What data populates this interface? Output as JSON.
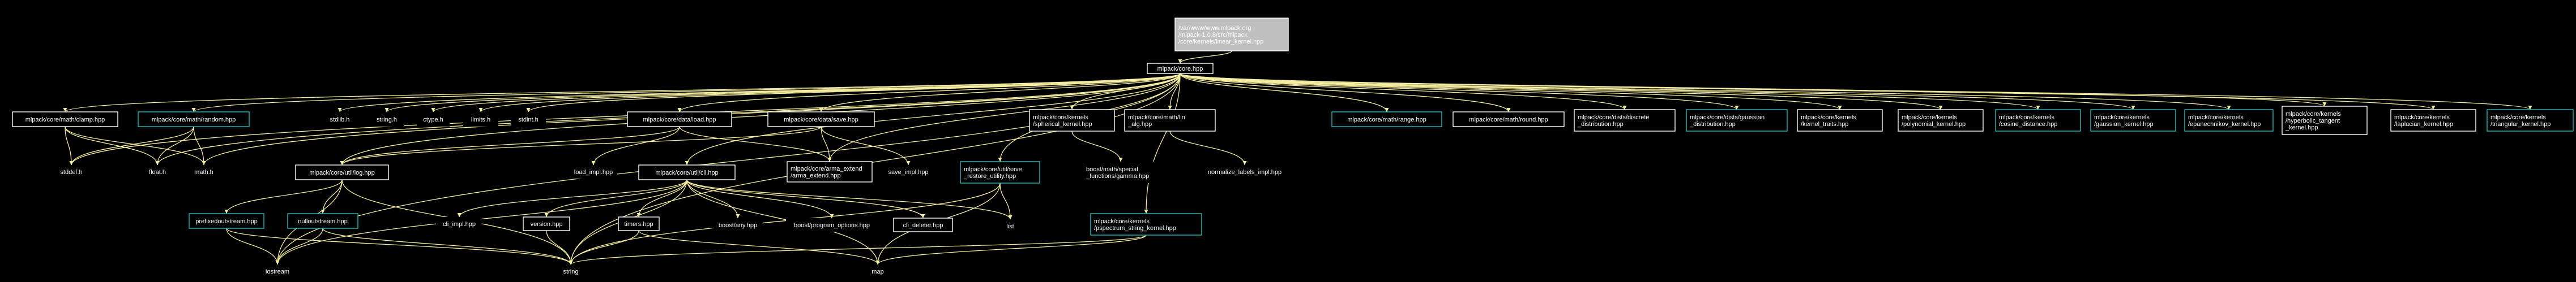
{
  "diagram": {
    "type": "include-dependency-graph",
    "colors": {
      "background": "#000000",
      "node_border_default": "#ffffff",
      "node_border_linked": "#1ec0c0",
      "root_fill": "#bfbfbf",
      "root_text": "#000000",
      "edge": "#f5eda0",
      "text": "#ffffff"
    },
    "nodes": [
      {
        "id": "root",
        "lines": [
          "/var/www/www.mlpack.org",
          "/mlpack-1.0.8/src/mlpack",
          "/core/kernels/linear_kernel.hpp"
        ],
        "style": "root"
      },
      {
        "id": "core",
        "lines": [
          "mlpack/core.hpp"
        ],
        "style": "default"
      },
      {
        "id": "clamp",
        "lines": [
          "mlpack/core/math/clamp.hpp"
        ],
        "style": "default"
      },
      {
        "id": "random",
        "lines": [
          "mlpack/core/math/random.hpp"
        ],
        "style": "linked"
      },
      {
        "id": "stdlib",
        "lines": [
          "stdlib.h"
        ],
        "style": "plain"
      },
      {
        "id": "string_h",
        "lines": [
          "string.h"
        ],
        "style": "plain"
      },
      {
        "id": "ctype",
        "lines": [
          "ctype.h"
        ],
        "style": "plain"
      },
      {
        "id": "limits",
        "lines": [
          "limits.h"
        ],
        "style": "plain"
      },
      {
        "id": "stdint",
        "lines": [
          "stdint.h"
        ],
        "style": "plain"
      },
      {
        "id": "load",
        "lines": [
          "mlpack/core/data/load.hpp"
        ],
        "style": "default"
      },
      {
        "id": "save",
        "lines": [
          "mlpack/core/data/save.hpp"
        ],
        "style": "default"
      },
      {
        "id": "spherical",
        "lines": [
          "mlpack/core/kernels",
          "/spherical_kernel.hpp"
        ],
        "style": "default"
      },
      {
        "id": "normalize",
        "lines": [
          "mlpack/core/math/lin",
          "_alg.hpp"
        ],
        "style": "default",
        "_note": "placeholder"
      },
      {
        "id": "range",
        "lines": [
          "mlpack/core/math/range.hpp"
        ],
        "style": "linked"
      },
      {
        "id": "round",
        "lines": [
          "mlpack/core/math/round.hpp"
        ],
        "style": "default"
      },
      {
        "id": "discrete",
        "lines": [
          "mlpack/core/dists/discrete",
          "_distribution.hpp"
        ],
        "style": "default"
      },
      {
        "id": "gaussian_dist",
        "lines": [
          "mlpack/core/dists/gaussian",
          "_distribution.hpp"
        ],
        "style": "linked"
      },
      {
        "id": "kernel_traits",
        "lines": [
          "mlpack/core/kernels",
          "/kernel_traits.hpp"
        ],
        "style": "default"
      },
      {
        "id": "polynomial",
        "lines": [
          "mlpack/core/kernels",
          "/polynomial_kernel.hpp"
        ],
        "style": "default"
      },
      {
        "id": "cosine",
        "lines": [
          "mlpack/core/kernels",
          "/cosine_distance.hpp"
        ],
        "style": "linked"
      },
      {
        "id": "gaussian_kernel",
        "lines": [
          "mlpack/core/kernels",
          "/gaussian_kernel.hpp"
        ],
        "style": "linked"
      },
      {
        "id": "epanechnikov",
        "lines": [
          "mlpack/core/kernels",
          "/epanechnikov_kernel.hpp"
        ],
        "style": "linked"
      },
      {
        "id": "hyperbolic",
        "lines": [
          "mlpack/core/kernels",
          "/hyperbolic_tangent",
          "_kernel.hpp"
        ],
        "style": "default"
      },
      {
        "id": "laplacian",
        "lines": [
          "mlpack/core/kernels",
          "/laplacian_kernel.hpp"
        ],
        "style": "default"
      },
      {
        "id": "triangular",
        "lines": [
          "mlpack/core/kernels",
          "/triangular_kernel.hpp"
        ],
        "style": "linked"
      },
      {
        "id": "stddef",
        "lines": [
          "stddef.h"
        ],
        "style": "plain"
      },
      {
        "id": "float_h",
        "lines": [
          "float.h"
        ],
        "style": "plain"
      },
      {
        "id": "math_h",
        "lines": [
          "math.h"
        ],
        "style": "plain"
      },
      {
        "id": "load_impl",
        "lines": [
          "load_impl.hpp"
        ],
        "style": "plain"
      },
      {
        "id": "arma_extend",
        "lines": [
          "mlpack/core/arma_extend",
          "/arma_extend.hpp"
        ],
        "style": "default"
      },
      {
        "id": "save_impl",
        "lines": [
          "save_impl.hpp"
        ],
        "style": "plain"
      },
      {
        "id": "save_restore",
        "lines": [
          "mlpack/core/util/save",
          "_restore_utility.hpp"
        ],
        "style": "linked"
      },
      {
        "id": "gamma",
        "lines": [
          "boost/math/special",
          "_functions/gamma.hpp"
        ],
        "style": "plain"
      },
      {
        "id": "normalize_impl",
        "lines": [
          "normalize_labels_impl.hpp"
        ],
        "style": "plain"
      },
      {
        "id": "log",
        "lines": [
          "mlpack/core/util/log.hpp"
        ],
        "style": "default"
      },
      {
        "id": "cli",
        "lines": [
          "mlpack/core/util/cli.hpp"
        ],
        "style": "default"
      },
      {
        "id": "prefixed",
        "lines": [
          "prefixedoutstream.hpp"
        ],
        "style": "linked"
      },
      {
        "id": "nullout",
        "lines": [
          "nulloutstream.hpp"
        ],
        "style": "linked"
      },
      {
        "id": "cli_impl",
        "lines": [
          "cli_impl.hpp"
        ],
        "style": "plain"
      },
      {
        "id": "version",
        "lines": [
          "version.hpp"
        ],
        "style": "default"
      },
      {
        "id": "timers",
        "lines": [
          "timers.hpp"
        ],
        "style": "default"
      },
      {
        "id": "boost_any",
        "lines": [
          "boost/any.hpp"
        ],
        "style": "plain"
      },
      {
        "id": "boost_po",
        "lines": [
          "boost/program_options.hpp"
        ],
        "style": "plain"
      },
      {
        "id": "cli_deleter",
        "lines": [
          "cli_deleter.hpp"
        ],
        "style": "default"
      },
      {
        "id": "list",
        "lines": [
          "list"
        ],
        "style": "plain"
      },
      {
        "id": "pspectrum",
        "lines": [
          "mlpack/core/kernels",
          "/pspectrum_string_kernel.hpp"
        ],
        "style": "linked"
      },
      {
        "id": "iostream",
        "lines": [
          "iostream"
        ],
        "style": "plain"
      },
      {
        "id": "string",
        "lines": [
          "string"
        ],
        "style": "plain"
      },
      {
        "id": "map",
        "lines": [
          "map"
        ],
        "style": "plain"
      }
    ]
  }
}
